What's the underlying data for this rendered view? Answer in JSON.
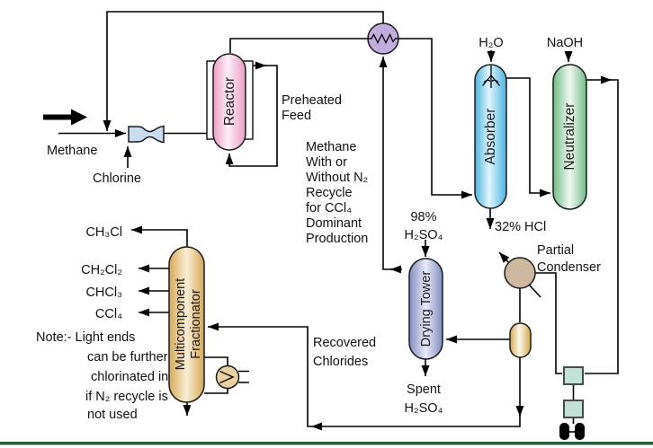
{
  "equipment": {
    "reactor": "Reactor",
    "absorber": "Absorber",
    "neutralizer": "Neutralizer",
    "drying_tower": "Drying Tower",
    "fractionator_line1": "Multicomponent",
    "fractionator_line2": "Fractionator",
    "partial_condenser_line1": "Partial",
    "partial_condenser_line2": "Condenser"
  },
  "streams": {
    "methane": "Methane",
    "chlorine": "Chlorine",
    "preheated_line1": "Preheated",
    "preheated_line2": "Feed",
    "water": "H₂O",
    "naoh": "NaOH",
    "hcl": "32% HCl",
    "acid_in_line1": "98%",
    "acid_in_line2": "H₂SO₄",
    "acid_out_line1": "Spent",
    "acid_out_line2": "H₂SO₄",
    "recovered_line1": "Recovered",
    "recovered_line2": "Chlorides",
    "product1": "CH₃Cl",
    "product2": "CH₂Cl₂",
    "product3": "CHCl₃",
    "product4": "CCl₄"
  },
  "annotations": {
    "mode_line1": "Methane",
    "mode_line2": "With or",
    "mode_line3": "Without N₂",
    "mode_line4": "Recycle",
    "mode_line5": "for CCl₄",
    "mode_line6": "Dominant",
    "mode_line7": "Production",
    "note_line1": "Note:- Light ends",
    "note_line2": "can be further",
    "note_line3": "chlorinated in",
    "note_line4": "if N₂ recycle is",
    "note_line5": "not used"
  },
  "colors": {
    "reactor": "#ec9cc4",
    "absorber": "#49b4e0",
    "neutralizer": "#6fbc85",
    "drying_tower": "#7f8cc0",
    "fractionator": "#d6a855",
    "heat_exchanger": "#c1aede",
    "partial_condenser": "#cdb79f",
    "reboiler": "#e9d0a0",
    "venturi_mixer": "#c9dcf0",
    "storage_box": "#c2e2d8",
    "footer_bar": "#21603b"
  }
}
